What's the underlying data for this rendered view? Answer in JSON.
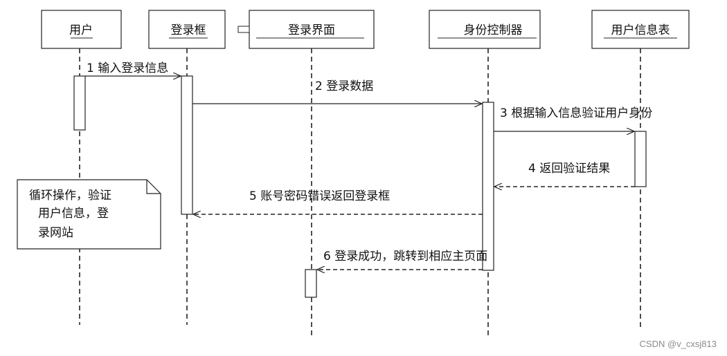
{
  "participants": [
    {
      "id": "user",
      "label": "用户"
    },
    {
      "id": "login_box",
      "label": "登录框"
    },
    {
      "id": "login_ui",
      "label": "登录界面"
    },
    {
      "id": "identity_ctrl",
      "label": "身份控制器"
    },
    {
      "id": "user_table",
      "label": "用户信息表"
    }
  ],
  "messages": [
    {
      "text": "1 输入登录信息",
      "from": "user",
      "to": "login_box",
      "style": "solid"
    },
    {
      "text": "2 登录数据",
      "from": "login_box",
      "to": "identity_ctrl",
      "style": "solid"
    },
    {
      "text": "3 根据输入信息验证用户身份",
      "from": "identity_ctrl",
      "to": "user_table",
      "style": "solid"
    },
    {
      "text": "4 返回验证结果",
      "from": "user_table",
      "to": "identity_ctrl",
      "style": "dashed"
    },
    {
      "text": "5 账号密码错误返回登录框",
      "from": "identity_ctrl",
      "to": "login_box",
      "style": "dashed"
    },
    {
      "text": "6 登录成功，跳转到相应主页面",
      "from": "identity_ctrl",
      "to": "login_ui",
      "style": "dashed"
    }
  ],
  "note": {
    "lines": [
      "循环操作，验证",
      "用户信息，登",
      "录网站"
    ]
  },
  "watermark": "CSDN @v_cxsj813"
}
